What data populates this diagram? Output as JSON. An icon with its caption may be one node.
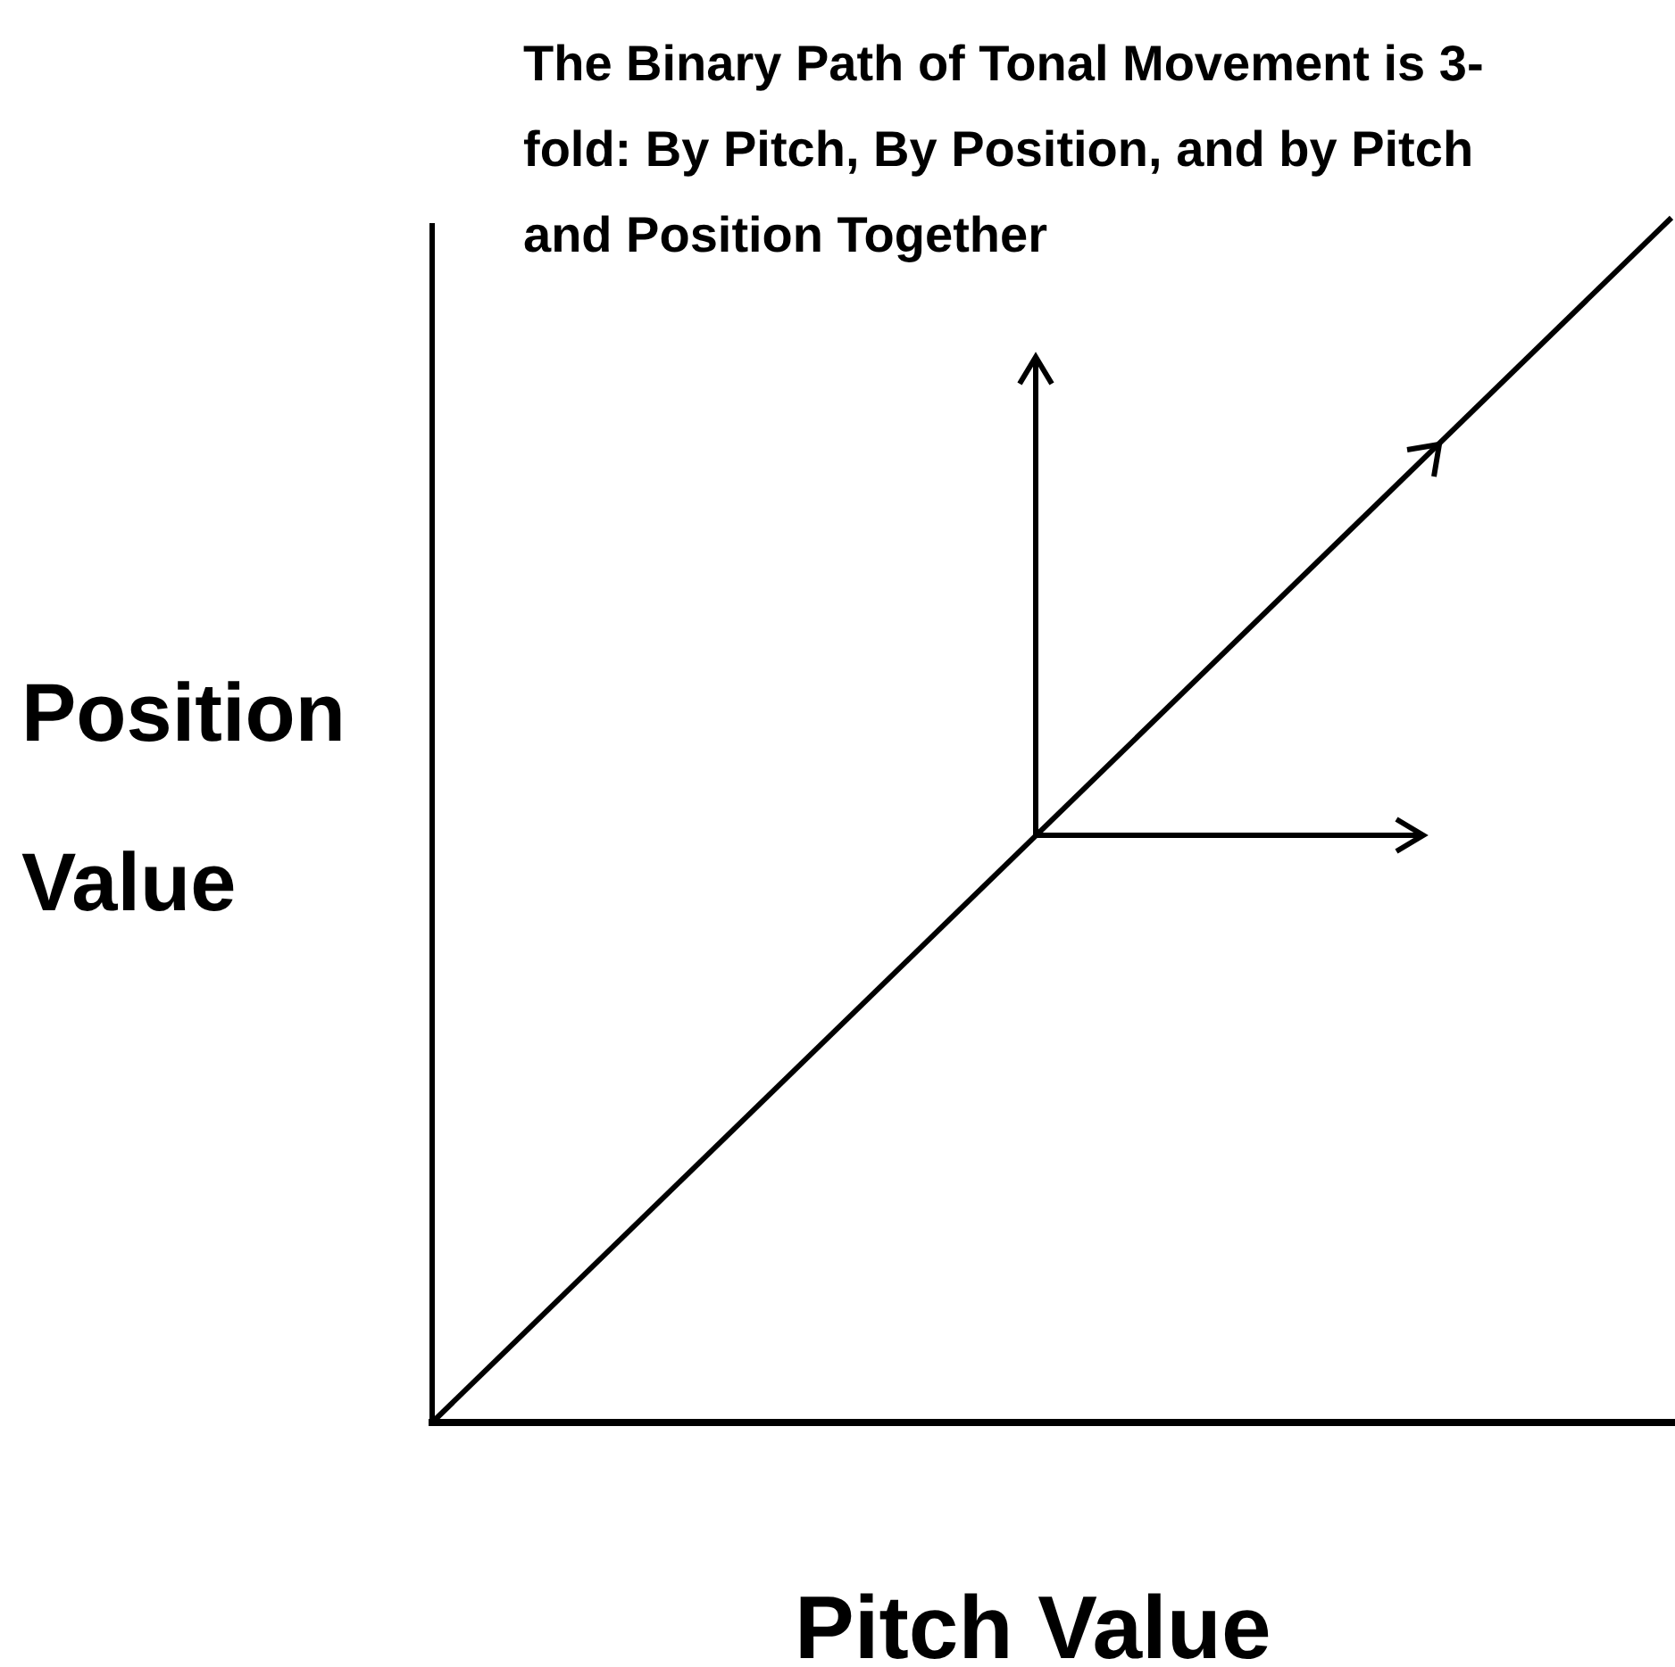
{
  "diagram": {
    "labels": [
      "The Binary Path of Tonal Movement is 3-fold: By Pitch, By Position, and by Pitch and Position Together",
      "Position Value",
      "Pitch Value"
    ]
  }
}
